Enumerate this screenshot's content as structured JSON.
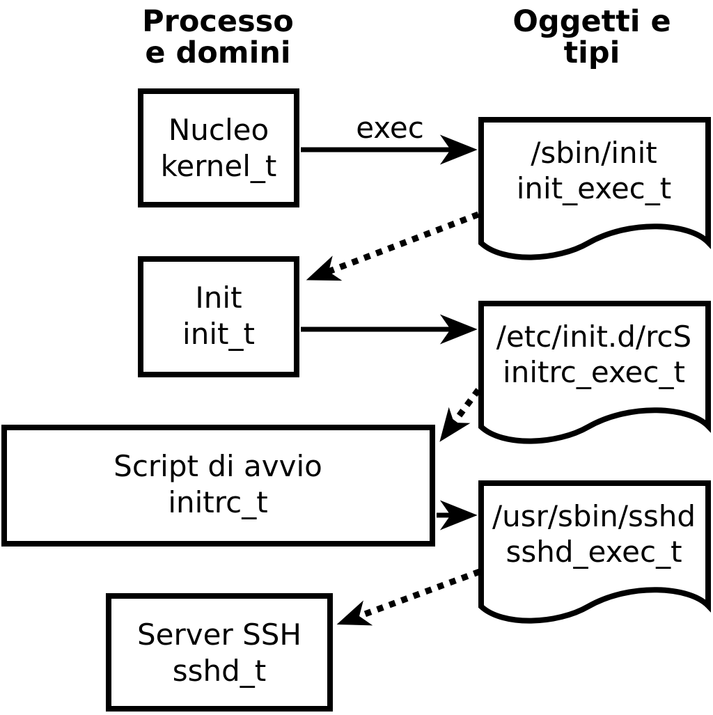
{
  "diagram": {
    "column_headers": {
      "left": {
        "line1": "Processo",
        "line2": "e domini"
      },
      "right": {
        "line1": "Oggetti e",
        "line2": "tipi"
      }
    },
    "process_boxes": [
      {
        "label": "Nucleo",
        "domain": "kernel_t"
      },
      {
        "label": "Init",
        "domain": "init_t"
      },
      {
        "label": "Script di avvio",
        "domain": "initrc_t"
      },
      {
        "label": "Server SSH",
        "domain": "sshd_t"
      }
    ],
    "object_docs": [
      {
        "path": "/sbin/init",
        "type": "init_exec_t"
      },
      {
        "path": "/etc/init.d/rcS",
        "type": "initrc_exec_t"
      },
      {
        "path": "/usr/sbin/sshd",
        "type": "sshd_exec_t"
      }
    ],
    "arrow_label": "exec",
    "colors": {
      "line": "#000000",
      "background": "#ffffff"
    }
  }
}
